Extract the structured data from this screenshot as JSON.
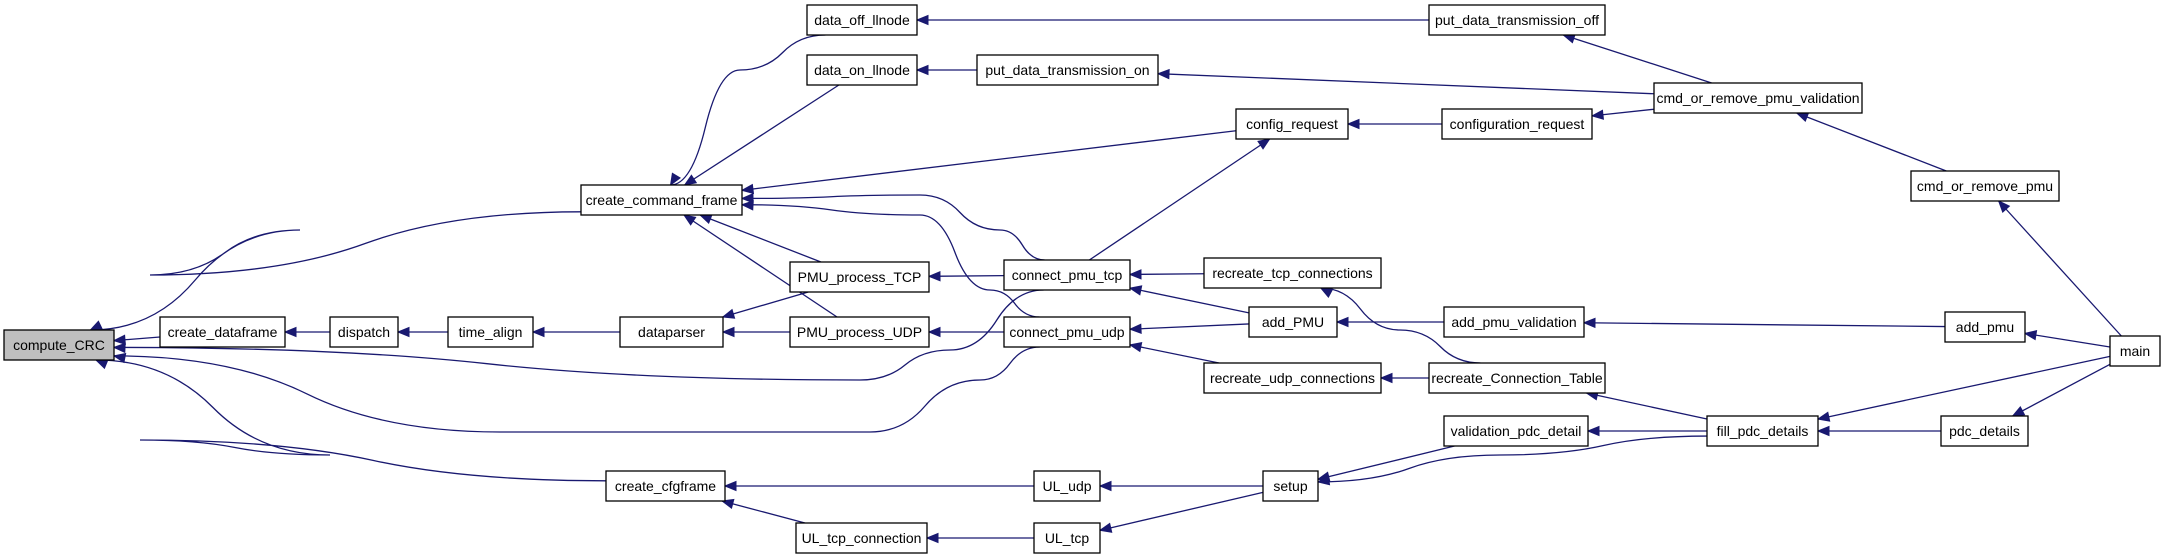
{
  "colors": {
    "edge": "#191970",
    "node_fill": "#ffffff",
    "root_fill": "#bfbfbf",
    "node_stroke": "#000000"
  },
  "nodes": [
    {
      "id": "compute_CRC",
      "label": "compute_CRC",
      "root": true
    },
    {
      "id": "create_dataframe",
      "label": "create_dataframe"
    },
    {
      "id": "dispatch",
      "label": "dispatch"
    },
    {
      "id": "time_align",
      "label": "time_align"
    },
    {
      "id": "dataparser",
      "label": "dataparser"
    },
    {
      "id": "create_command_frame",
      "label": "create_command_frame"
    },
    {
      "id": "create_cfgframe",
      "label": "create_cfgframe"
    },
    {
      "id": "data_off_llnode",
      "label": "data_off_llnode"
    },
    {
      "id": "data_on_llnode",
      "label": "data_on_llnode"
    },
    {
      "id": "PMU_process_TCP",
      "label": "PMU_process_TCP"
    },
    {
      "id": "PMU_process_UDP",
      "label": "PMU_process_UDP"
    },
    {
      "id": "UL_tcp_connection",
      "label": "UL_tcp_connection"
    },
    {
      "id": "put_data_transmission_on",
      "label": "put_data_transmission_on"
    },
    {
      "id": "connect_pmu_tcp",
      "label": "connect_pmu_tcp"
    },
    {
      "id": "connect_pmu_udp",
      "label": "connect_pmu_udp"
    },
    {
      "id": "UL_udp",
      "label": "UL_udp"
    },
    {
      "id": "UL_tcp",
      "label": "UL_tcp"
    },
    {
      "id": "config_request",
      "label": "config_request"
    },
    {
      "id": "recreate_tcp_connections",
      "label": "recreate_tcp_connections"
    },
    {
      "id": "add_PMU",
      "label": "add_PMU"
    },
    {
      "id": "recreate_udp_connections",
      "label": "recreate_udp_connections"
    },
    {
      "id": "setup",
      "label": "setup"
    },
    {
      "id": "put_data_transmission_off",
      "label": "put_data_transmission_off"
    },
    {
      "id": "configuration_request",
      "label": "configuration_request"
    },
    {
      "id": "add_pmu_validation",
      "label": "add_pmu_validation"
    },
    {
      "id": "recreate_Connection_Table",
      "label": "recreate_Connection_Table"
    },
    {
      "id": "validation_pdc_detail",
      "label": "validation_pdc_detail"
    },
    {
      "id": "cmd_or_remove_pmu_validation",
      "label": "cmd_or_remove_pmu_validation"
    },
    {
      "id": "fill_pdc_details",
      "label": "fill_pdc_details"
    },
    {
      "id": "cmd_or_remove_pmu",
      "label": "cmd_or_remove_pmu"
    },
    {
      "id": "add_pmu",
      "label": "add_pmu"
    },
    {
      "id": "pdc_details",
      "label": "pdc_details"
    },
    {
      "id": "main",
      "label": "main"
    }
  ],
  "edges": [
    {
      "from": "create_dataframe",
      "to": "compute_CRC"
    },
    {
      "from": "create_command_frame",
      "to": "compute_CRC"
    },
    {
      "from": "create_cfgframe",
      "to": "compute_CRC"
    },
    {
      "from": "connect_pmu_tcp",
      "to": "compute_CRC"
    },
    {
      "from": "connect_pmu_udp",
      "to": "compute_CRC"
    },
    {
      "from": "dispatch",
      "to": "create_dataframe"
    },
    {
      "from": "time_align",
      "to": "dispatch"
    },
    {
      "from": "dataparser",
      "to": "time_align"
    },
    {
      "from": "PMU_process_TCP",
      "to": "dataparser"
    },
    {
      "from": "PMU_process_UDP",
      "to": "dataparser"
    },
    {
      "from": "data_off_llnode",
      "to": "create_command_frame"
    },
    {
      "from": "data_on_llnode",
      "to": "create_command_frame"
    },
    {
      "from": "config_request",
      "to": "create_command_frame"
    },
    {
      "from": "connect_pmu_tcp",
      "to": "create_command_frame"
    },
    {
      "from": "connect_pmu_udp",
      "to": "create_command_frame"
    },
    {
      "from": "PMU_process_TCP",
      "to": "create_command_frame"
    },
    {
      "from": "PMU_process_UDP",
      "to": "create_command_frame"
    },
    {
      "from": "UL_udp",
      "to": "create_cfgframe"
    },
    {
      "from": "UL_tcp_connection",
      "to": "create_cfgframe"
    },
    {
      "from": "put_data_transmission_off",
      "to": "data_off_llnode"
    },
    {
      "from": "put_data_transmission_on",
      "to": "data_on_llnode"
    },
    {
      "from": "connect_pmu_tcp",
      "to": "PMU_process_TCP"
    },
    {
      "from": "connect_pmu_udp",
      "to": "PMU_process_UDP"
    },
    {
      "from": "UL_tcp",
      "to": "UL_tcp_connection"
    },
    {
      "from": "cmd_or_remove_pmu_validation",
      "to": "put_data_transmission_on"
    },
    {
      "from": "cmd_or_remove_pmu_validation",
      "to": "put_data_transmission_off"
    },
    {
      "from": "connect_pmu_tcp",
      "to": "config_request"
    },
    {
      "from": "configuration_request",
      "to": "config_request"
    },
    {
      "from": "recreate_tcp_connections",
      "to": "connect_pmu_tcp"
    },
    {
      "from": "add_PMU",
      "to": "connect_pmu_tcp"
    },
    {
      "from": "add_PMU",
      "to": "connect_pmu_udp"
    },
    {
      "from": "recreate_udp_connections",
      "to": "connect_pmu_udp"
    },
    {
      "from": "setup",
      "to": "UL_udp"
    },
    {
      "from": "setup",
      "to": "UL_tcp"
    },
    {
      "from": "cmd_or_remove_pmu_validation",
      "to": "configuration_request"
    },
    {
      "from": "recreate_Connection_Table",
      "to": "recreate_tcp_connections"
    },
    {
      "from": "recreate_Connection_Table",
      "to": "recreate_udp_connections"
    },
    {
      "from": "add_pmu_validation",
      "to": "add_PMU"
    },
    {
      "from": "validation_pdc_detail",
      "to": "setup"
    },
    {
      "from": "fill_pdc_details",
      "to": "setup"
    },
    {
      "from": "fill_pdc_details",
      "to": "recreate_Connection_Table"
    },
    {
      "from": "fill_pdc_details",
      "to": "validation_pdc_detail"
    },
    {
      "from": "cmd_or_remove_pmu",
      "to": "cmd_or_remove_pmu_validation"
    },
    {
      "from": "add_pmu",
      "to": "add_pmu_validation"
    },
    {
      "from": "main",
      "to": "cmd_or_remove_pmu"
    },
    {
      "from": "main",
      "to": "add_pmu"
    },
    {
      "from": "main",
      "to": "fill_pdc_details"
    },
    {
      "from": "pdc_details",
      "to": "fill_pdc_details"
    },
    {
      "from": "main",
      "to": "pdc_details"
    }
  ]
}
